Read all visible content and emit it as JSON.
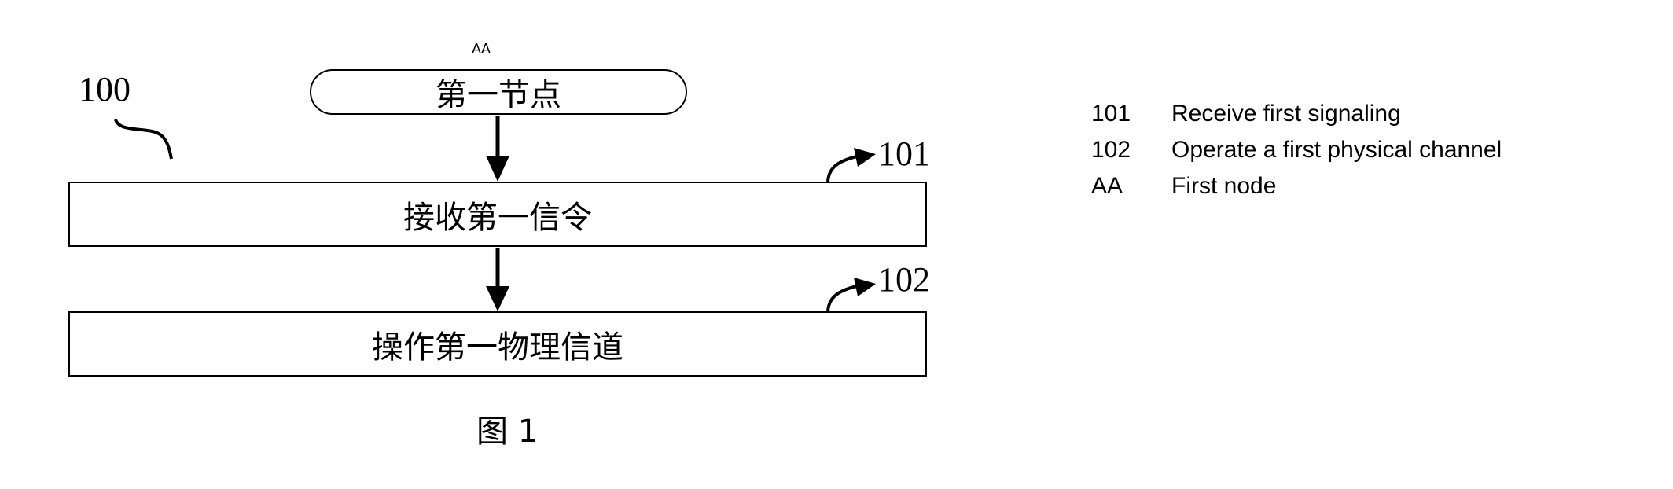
{
  "diagram": {
    "ref_main": "100",
    "top_label": "AA",
    "node": "第一节点",
    "steps": [
      {
        "ref": "101",
        "text": "接收第一信令"
      },
      {
        "ref": "102",
        "text": "操作第一物理信道"
      }
    ],
    "caption": "图 1"
  },
  "legend": [
    {
      "key": "101",
      "text": "Receive first signaling"
    },
    {
      "key": "102",
      "text": "Operate a first physical channel"
    },
    {
      "key": "AA",
      "text": "First node"
    }
  ]
}
